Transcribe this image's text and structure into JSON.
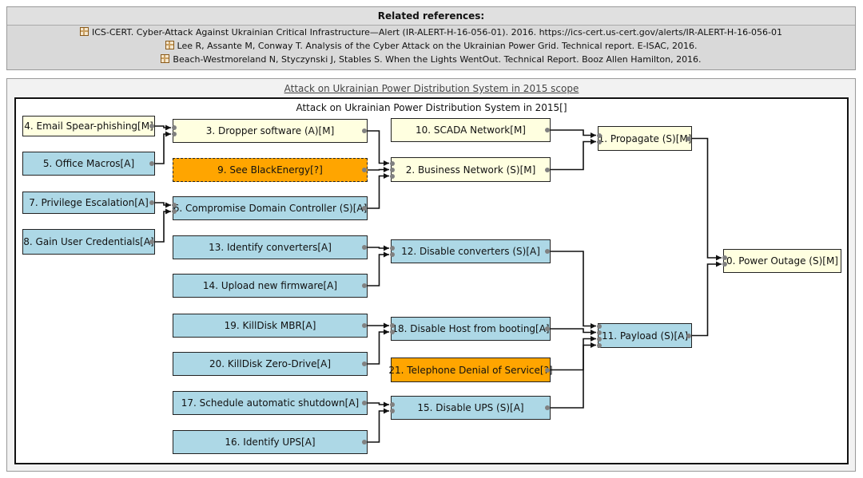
{
  "references": {
    "title": "Related references:",
    "items": [
      "ICS-CERT. Cyber-Attack Against Ukrainian Critical Infrastructure—Alert (IR-ALERT-H-16-056-01). 2016. https://ics-cert.us-cert.gov/alerts/IR-ALERT-H-16-056-01",
      "Lee R, Assante M, Conway T. Analysis of the Cyber Attack on the Ukrainian Power Grid. Technical report. E-ISAC, 2016.",
      "Beach-Westmoreland N, Styczynski J, Stables S. When the Lights WentOut. Technical Report. Booz Allen Hamilton, 2016."
    ]
  },
  "scope_title": "Attack on Ukrainian Power Distribution System in 2015 scope",
  "diagram_title": "Attack on Ukrainian Power Distribution System in 2015[]",
  "nodes": {
    "n4": "4. Email Spear-phishing[M]",
    "n5": "5. Office Macros[A]",
    "n7": "7. Privilege Escalation[A]",
    "n8": "8. Gain User Credentials[A]",
    "n3": "3. Dropper software (A)[M]",
    "n9": "9. See BlackEnergy[?]",
    "n6": "6. Compromise Domain Controller (S)[A]",
    "n13": "13. Identify converters[A]",
    "n14": "14. Upload new firmware[A]",
    "n19": "19. KillDisk MBR[A]",
    "n20": "20. KillDisk Zero-Drive[A]",
    "n17": "17. Schedule automatic shutdown[A]",
    "n16": "16. Identify UPS[A]",
    "n10": "10. SCADA Network[M]",
    "n2": "2. Business Network (S)[M]",
    "n12": "12. Disable converters (S)[A]",
    "n18": "18. Disable Host from booting[A]",
    "n21": "21. Telephone Denial of Service[?]",
    "n15": "15. Disable UPS (S)[A]",
    "n1": "1. Propagate (S)[M]",
    "n11": "11. Payload (S)[A]",
    "n0": "0. Power Outage (S)[M]"
  },
  "edges": [
    [
      "n4",
      "n3"
    ],
    [
      "n5",
      "n3"
    ],
    [
      "n3",
      "n2"
    ],
    [
      "n9",
      "n2"
    ],
    [
      "n6",
      "n2"
    ],
    [
      "n7",
      "n6"
    ],
    [
      "n8",
      "n6"
    ],
    [
      "n10",
      "n1"
    ],
    [
      "n2",
      "n1"
    ],
    [
      "n1",
      "n0"
    ],
    [
      "n13",
      "n12"
    ],
    [
      "n14",
      "n12"
    ],
    [
      "n19",
      "n18"
    ],
    [
      "n20",
      "n18"
    ],
    [
      "n17",
      "n15"
    ],
    [
      "n16",
      "n15"
    ],
    [
      "n12",
      "n11"
    ],
    [
      "n18",
      "n11"
    ],
    [
      "n21",
      "n11"
    ],
    [
      "n15",
      "n11"
    ],
    [
      "n11",
      "n0"
    ]
  ],
  "colors": {
    "attack": "#add8e6",
    "goal": "#ffffe0",
    "unknown": "#ffa500"
  }
}
